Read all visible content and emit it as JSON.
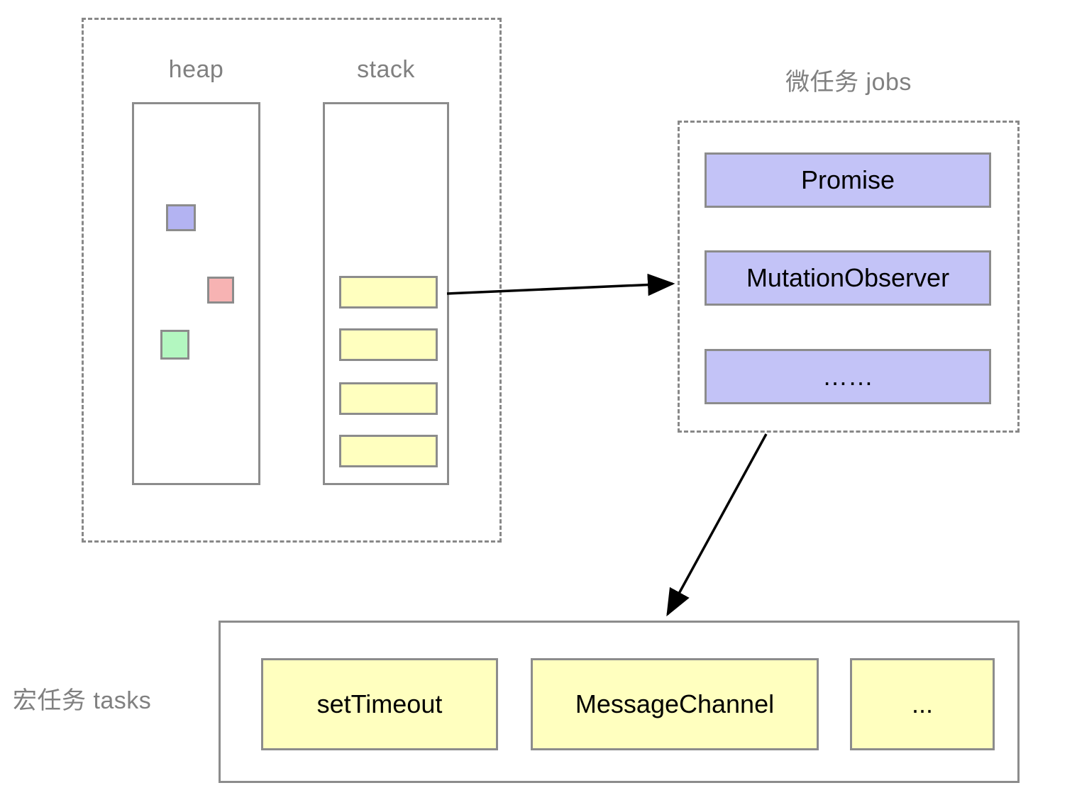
{
  "diagram": {
    "title_runtime": "",
    "labels": {
      "heap": "heap",
      "stack": "stack",
      "microtask": "微任务 jobs",
      "macrotask": "宏任务 tasks"
    }
  },
  "heap": {
    "label": "heap",
    "cells": [
      {
        "name": "blue-object",
        "color": "#b3b3f2"
      },
      {
        "name": "pink-object",
        "color": "#f7b3b3"
      },
      {
        "name": "green-object",
        "color": "#b3f7c0"
      }
    ]
  },
  "stack": {
    "label": "stack",
    "frames": [
      {
        "name": "frame-1",
        "color": "#ffffbf"
      },
      {
        "name": "frame-2",
        "color": "#ffffbf"
      },
      {
        "name": "frame-3",
        "color": "#ffffbf"
      },
      {
        "name": "frame-4",
        "color": "#ffffbf"
      }
    ]
  },
  "microtask_queue": {
    "label": "微任务 jobs",
    "items": [
      {
        "label": "Promise"
      },
      {
        "label": "MutationObserver"
      },
      {
        "label": "……"
      }
    ]
  },
  "macrotask_queue": {
    "label": "宏任务 tasks",
    "items": [
      {
        "label": "setTimeout"
      },
      {
        "label": "MessageChannel"
      },
      {
        "label": "..."
      }
    ]
  },
  "arrows": [
    {
      "name": "stack-to-microtask",
      "from": "stack",
      "to": "microtask_queue"
    },
    {
      "name": "microtask-to-macrotask",
      "from": "microtask_queue",
      "to": "macrotask_queue"
    }
  ],
  "colors": {
    "outline": "#8c8c8c",
    "dashed_outline": "#888888",
    "caption_text": "#808080",
    "job_fill": "#c3c3f7",
    "task_fill": "#ffffbf",
    "arrow": "#000000"
  }
}
